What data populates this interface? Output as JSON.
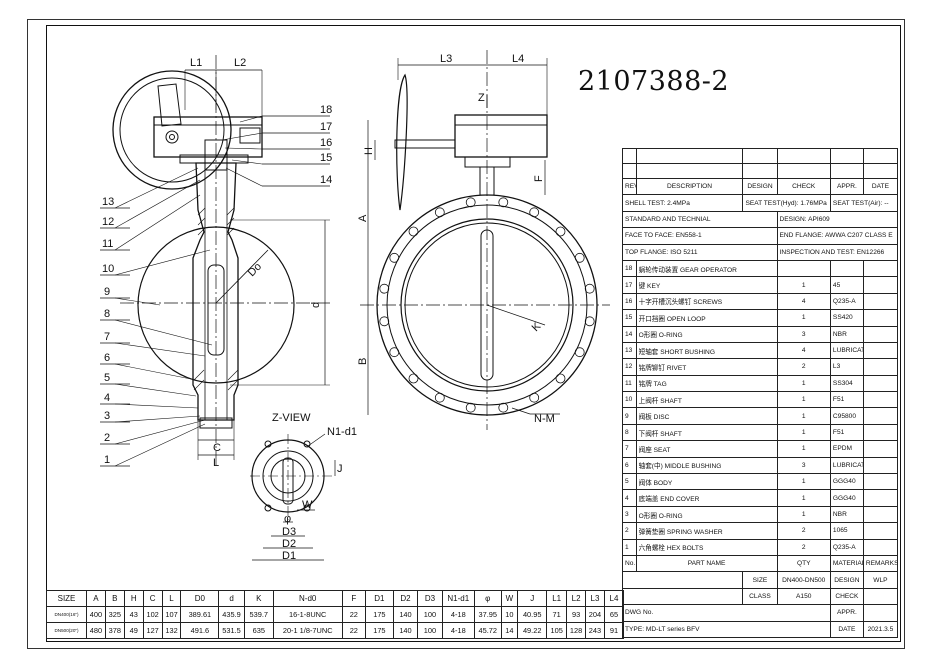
{
  "drawing_number": "2107388-2",
  "colors": {
    "line": "#111111",
    "paper": "#ffffff"
  },
  "front_view": {
    "callouts": [
      "1",
      "2",
      "3",
      "4",
      "5",
      "6",
      "7",
      "8",
      "9",
      "10",
      "11",
      "12",
      "13",
      "14",
      "15",
      "16",
      "17",
      "18"
    ],
    "dims": {
      "l1": "L1",
      "l2": "L2",
      "c": "C",
      "l": "L",
      "do": "Do",
      "d": "d"
    }
  },
  "side_view": {
    "dims": {
      "l3": "L3",
      "l4": "L4",
      "z": "Z",
      "h": "H",
      "f": "F",
      "a": "A",
      "b": "B",
      "k": "K",
      "n_m": "N-M"
    }
  },
  "z_view": {
    "title": "Z-VIEW",
    "dims": {
      "n1_d1": "N1-d1",
      "j": "J",
      "w": "W",
      "phi": "φ",
      "d3": "D3",
      "d2": "D2",
      "d1": "D1"
    }
  },
  "title_block": {
    "rev_header": [
      "REV.",
      "DESCRIPTION",
      "DESIGN",
      "CHECK",
      "APPR.",
      "DATE"
    ],
    "shell_test": "SHELL TEST: 2.4MPa",
    "seat_test_hyd": "SEAT TEST(Hyd): 1.76MPa",
    "seat_test_air": "SEAT TEST(Air): --",
    "standard": "STANDARD AND TECHNIAL",
    "design": "DESIGN: API609",
    "face_to_face": "FACE TO FACE: EN558-1",
    "end_flange": "END FLANGE: AWWA C207 CLASS E",
    "top_flange": "TOP FLANGE: ISO 5211",
    "inspection": "INSPECTION AND TEST: EN12266",
    "parts": [
      {
        "no": "18",
        "name": "蜗轮传动装置 GEAR OPERATOR",
        "qty": "",
        "material": ""
      },
      {
        "no": "17",
        "name": "键 KEY",
        "qty": "1",
        "material": "45"
      },
      {
        "no": "16",
        "name": "十字开槽沉头螺钉 SCREWS",
        "qty": "4",
        "material": "Q235-A"
      },
      {
        "no": "15",
        "name": "开口挡圈 OPEN LOOP",
        "qty": "1",
        "material": "SS420"
      },
      {
        "no": "14",
        "name": "O形圈   O-RING",
        "qty": "3",
        "material": "NBR"
      },
      {
        "no": "13",
        "name": "短轴套   SHORT BUSHING",
        "qty": "4",
        "material": "LUBRICATING BRONZE"
      },
      {
        "no": "12",
        "name": "铭牌铆钉 RIVET",
        "qty": "2",
        "material": "L3"
      },
      {
        "no": "11",
        "name": "铭牌   TAG",
        "qty": "1",
        "material": "SS304"
      },
      {
        "no": "10",
        "name": "上阀杆 SHAFT",
        "qty": "1",
        "material": "F51"
      },
      {
        "no": "9",
        "name": "阀板   DISC",
        "qty": "1",
        "material": "C95800"
      },
      {
        "no": "8",
        "name": "下阀杆   SHAFT",
        "qty": "1",
        "material": "F51"
      },
      {
        "no": "7",
        "name": "阀座   SEAT",
        "qty": "1",
        "material": "EPDM"
      },
      {
        "no": "6",
        "name": "轴套(中) MIDDLE BUSHING",
        "qty": "3",
        "material": "LUBRICATING BRONZE"
      },
      {
        "no": "5",
        "name": "阀体   BODY",
        "qty": "1",
        "material": "GGG40"
      },
      {
        "no": "4",
        "name": "底端盖   END COVER",
        "qty": "1",
        "material": "GGG40"
      },
      {
        "no": "3",
        "name": "O形圈   O-RING",
        "qty": "1",
        "material": "NBR"
      },
      {
        "no": "2",
        "name": "弹簧垫圈 SPRING WASHER",
        "qty": "2",
        "material": "1065"
      },
      {
        "no": "1",
        "name": "六角螺栓 HEX BOLTS",
        "qty": "2",
        "material": "Q235-A"
      }
    ],
    "parts_header": {
      "no": "No.",
      "name": "PART NAME",
      "qty": "QTY",
      "material": "MATERIAL",
      "remarks": "REMARKS"
    },
    "size_label": "SIZE",
    "size_value": "DN400-DN500",
    "design_label": "DESIGN",
    "design_value": "WLP",
    "class_label": "CLASS",
    "class_value": "A150",
    "check_label": "CHECK",
    "dwg_no": "DWG No.",
    "appr": "APPR.",
    "type": "TYPE:  MD-LT series BFV",
    "date_label": "DATE",
    "date_value": "2021.3.5"
  },
  "dimension_table": {
    "headers": [
      "SIZE",
      "A",
      "B",
      "H",
      "C",
      "L",
      "D0",
      "d",
      "K",
      "N-d0",
      "F",
      "D1",
      "D2",
      "D3",
      "N1-d1",
      "φ",
      "W",
      "J",
      "L1",
      "L2",
      "L3",
      "L4"
    ],
    "rows": [
      [
        "DN400(16\")",
        "400",
        "325",
        "43",
        "102",
        "107",
        "389.61",
        "435.9",
        "539.7",
        "16-1-8UNC",
        "22",
        "175",
        "140",
        "100",
        "4-18",
        "37.95",
        "10",
        "40.95",
        "71",
        "93",
        "204",
        "65"
      ],
      [
        "DN500(20\")",
        "480",
        "378",
        "49",
        "127",
        "132",
        "491.6",
        "531.5",
        "635",
        "20-1 1/8-7UNC",
        "22",
        "175",
        "140",
        "100",
        "4-18",
        "45.72",
        "14",
        "49.22",
        "105",
        "128",
        "243",
        "91"
      ]
    ]
  }
}
